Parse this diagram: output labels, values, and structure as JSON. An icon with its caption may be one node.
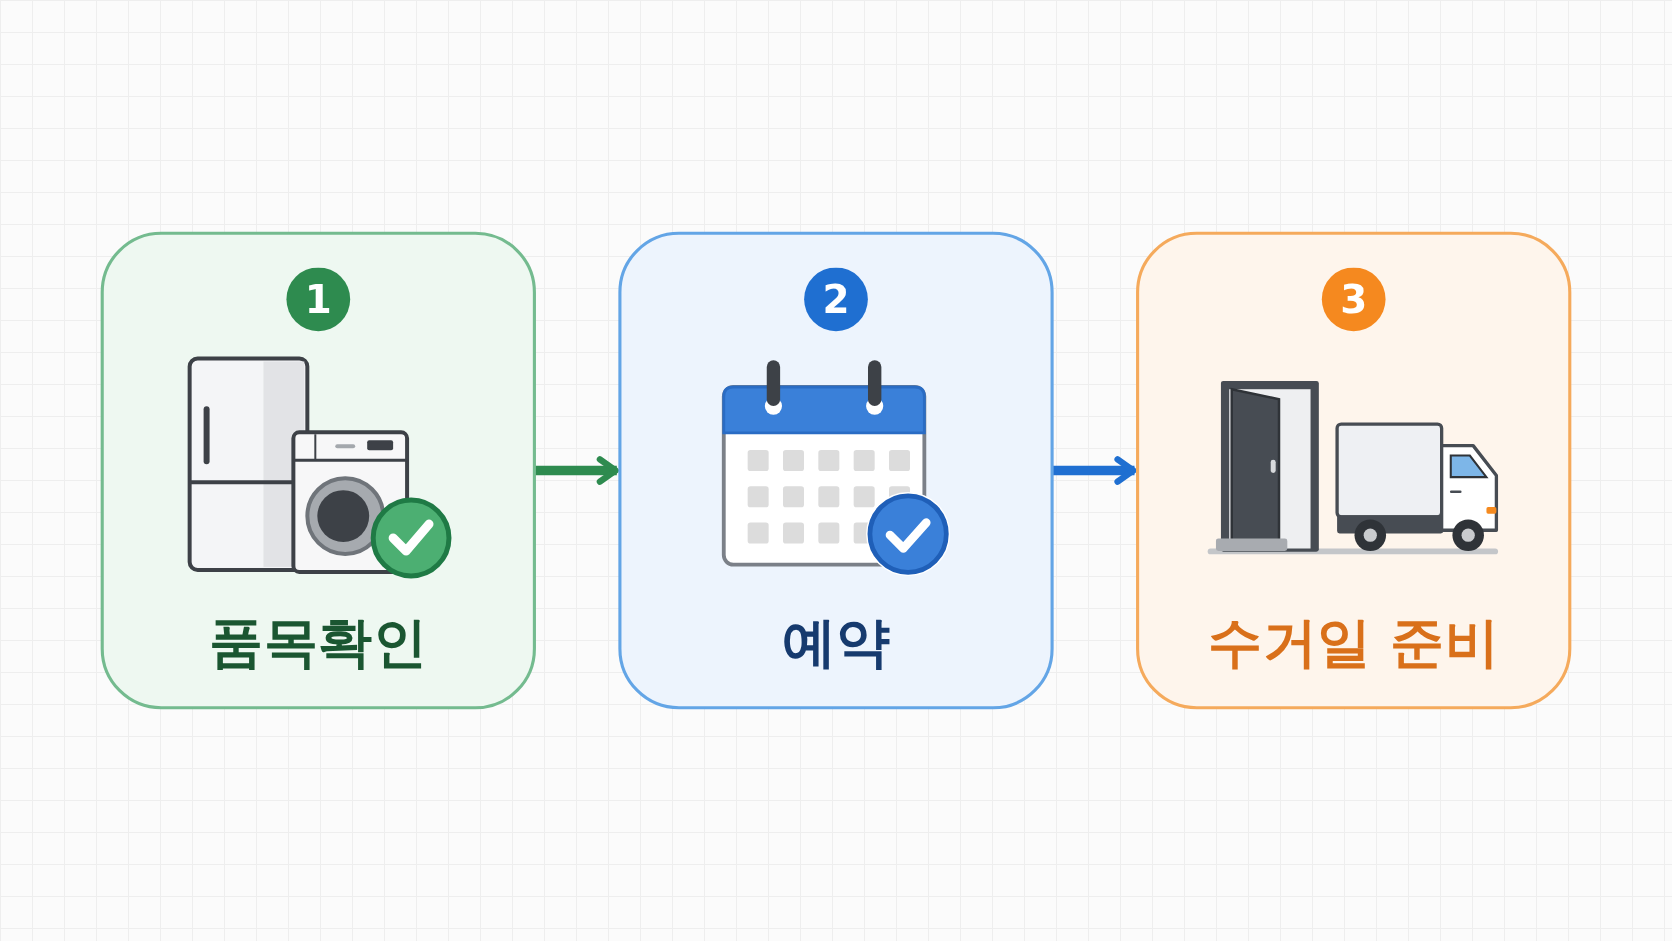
{
  "diagram": {
    "nodes": [
      {
        "text": [
          "1",
          "품목확인"
        ]
      },
      {
        "text": [
          "2",
          "예약"
        ]
      },
      {
        "text": [
          "3",
          "수거일 준비"
        ]
      }
    ],
    "edges": [
      {
        "from": 0,
        "to": 1,
        "arrow": "to",
        "color": "#2e8b4f"
      },
      {
        "from": 1,
        "to": 2,
        "arrow": "to",
        "color": "#1f6fd1"
      }
    ]
  }
}
